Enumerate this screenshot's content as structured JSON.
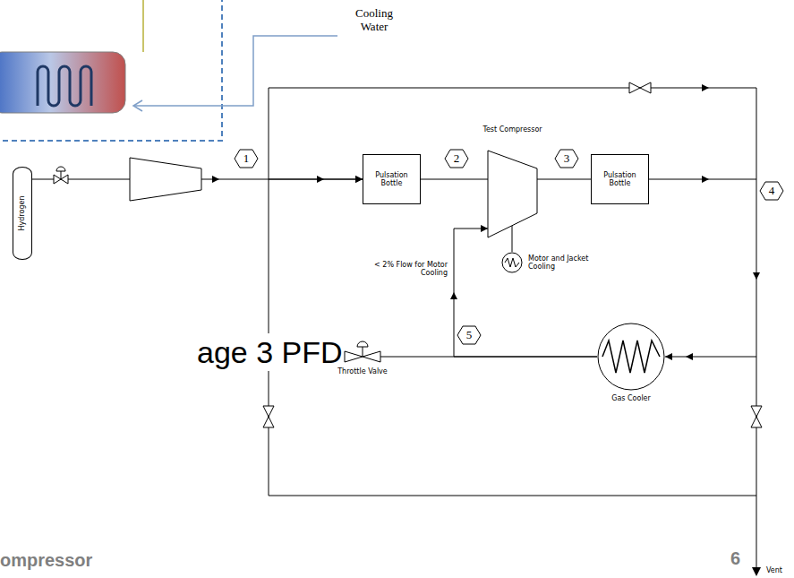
{
  "diagram": {
    "title": "age 3 PFD",
    "nodes": [
      {
        "text": [
          "Hydrogen"
        ]
      },
      {
        "text": [
          "Pulsation Bottle"
        ]
      },
      {
        "text": [
          "Test Compressor"
        ]
      },
      {
        "text": [
          "Pulsation Bottle"
        ]
      },
      {
        "text": [
          "Motor and Jacket Cooling"
        ]
      },
      {
        "text": [
          "Gas Cooler"
        ]
      },
      {
        "text": [
          "Throttle Valve"
        ]
      }
    ],
    "edges": [
      {
        "from": 0,
        "to": 1,
        "arrow": "to"
      },
      {
        "from": 1,
        "to": 2,
        "arrow": "none"
      },
      {
        "from": 2,
        "to": 3,
        "arrow": "none"
      },
      {
        "from": 3,
        "to": 5,
        "arrow": "to"
      },
      {
        "from": 5,
        "to": 6,
        "arrow": "none"
      },
      {
        "from": 6,
        "to": 1,
        "arrow": "to"
      },
      {
        "from": 5,
        "to": 2,
        "label": "< 2% Flow for Motor Cooling",
        "arrow": "to"
      },
      {
        "from": 2,
        "to": 4,
        "arrow": "none"
      }
    ],
    "labels": [
      "Cooling Water",
      "1",
      "2",
      "3",
      "4",
      "5",
      "ompressor",
      "6",
      "Vent"
    ]
  }
}
